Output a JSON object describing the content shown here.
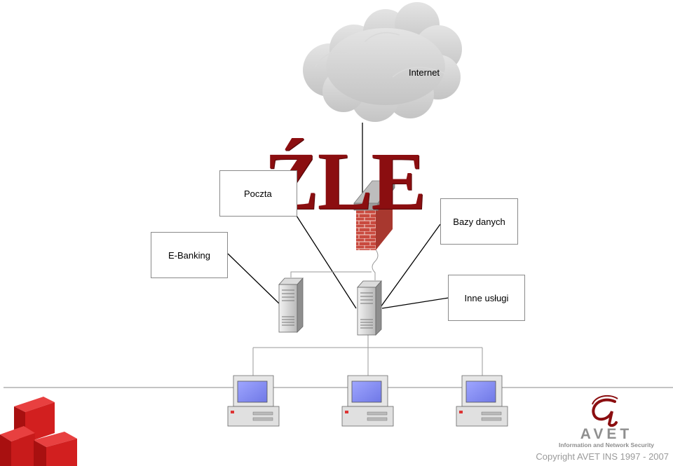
{
  "title": "ŹLE",
  "nodes": {
    "internet": "Internet",
    "poczta": "Poczta",
    "bazy_danych": "Bazy danych",
    "e_banking": "E-Banking",
    "inne_uslugi": "Inne usługi"
  },
  "logo": {
    "name": "AVET",
    "subtitle": "Information and Network Security",
    "copyright": "Copyright AVET INS 1997 - 2007"
  },
  "colors": {
    "title": "#8b0e10",
    "brick": "#c94a3f",
    "cubes": "#d21f1f"
  },
  "icons": [
    "cloud-icon",
    "firewall-icon",
    "server-icon",
    "workstation-icon",
    "cubes-icon",
    "avet-logo-icon"
  ]
}
